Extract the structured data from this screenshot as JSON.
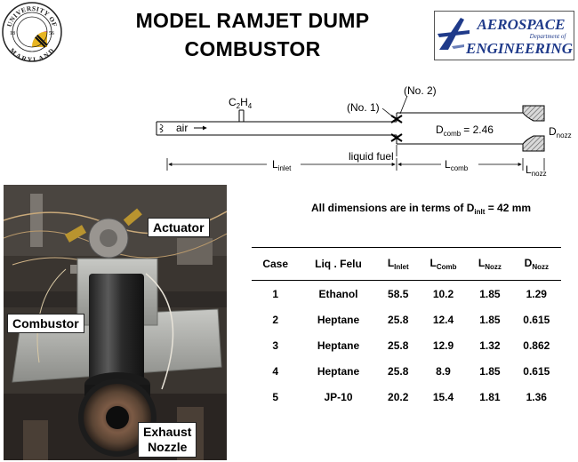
{
  "header": {
    "title_line_1": "MODEL RAMJET DUMP",
    "title_line_2": "COMBUSTOR",
    "seal": {
      "top_text": "UNIVERSITY OF",
      "bottom_text": "MARYLAND",
      "year_left": "18",
      "year_right": "56"
    },
    "logo": {
      "line_1": "AEROSPACE",
      "line_dept": "Department of",
      "line_2": "ENGINEERING"
    }
  },
  "schematic": {
    "c2h4": {
      "main": "C",
      "sub1": "2",
      "mid": "H",
      "sub2": "4"
    },
    "air": "air",
    "no1": "(No. 1)",
    "no2": "(No. 2)",
    "dcomb": {
      "main": "D",
      "sub": "comb",
      "value": "= 2.46"
    },
    "dnozz": {
      "main": "D",
      "sub": "nozz"
    },
    "liquid_fuel": "liquid fuel",
    "linlet": {
      "main": "L",
      "sub": "inlet"
    },
    "lcomb": {
      "main": "L",
      "sub": "comb"
    },
    "lnozz": {
      "main": "L",
      "sub": "nozz"
    }
  },
  "photo_labels": {
    "actuator": "Actuator",
    "combustor": "Combustor",
    "nozzle_line_1": "Exhaust",
    "nozzle_line_2": "Nozzle"
  },
  "dims_note": {
    "prefix": "All dimensions are in terms of D",
    "sub": "inlt",
    "suffix": " = 42 mm"
  },
  "table": {
    "headers": [
      {
        "main": "Case",
        "sub": ""
      },
      {
        "main": "Liq . Felu",
        "sub": ""
      },
      {
        "main": "L",
        "sub": "Inlet"
      },
      {
        "main": "L",
        "sub": "Comb"
      },
      {
        "main": "L",
        "sub": "Nozz"
      },
      {
        "main": "D",
        "sub": "Nozz"
      }
    ],
    "rows": [
      [
        "1",
        "Ethanol",
        "58.5",
        "10.2",
        "1.85",
        "1.29"
      ],
      [
        "2",
        "Heptane",
        "25.8",
        "12.4",
        "1.85",
        "0.615"
      ],
      [
        "3",
        "Heptane",
        "25.8",
        "12.9",
        "1.32",
        "0.862"
      ],
      [
        "4",
        "Heptane",
        "25.8",
        "8.9",
        "1.85",
        "0.615"
      ],
      [
        "5",
        "JP-10",
        "20.2",
        "15.4",
        "1.81",
        "1.36"
      ]
    ]
  },
  "colors": {
    "seal_red": "#c8202e",
    "seal_gold": "#e8b523",
    "logo_blue": "#1f3a8a",
    "photo_bg": "#3a3530",
    "metal": "#a9aaa6"
  }
}
